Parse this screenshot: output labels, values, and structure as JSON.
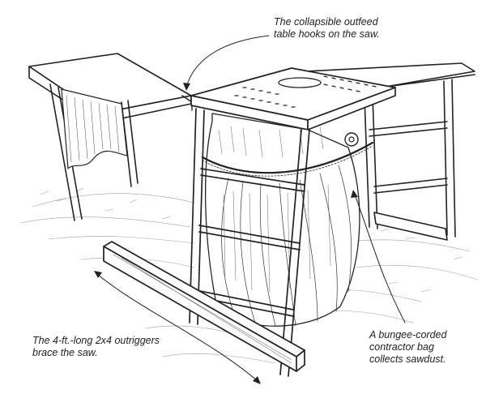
{
  "callouts": {
    "outfeed_table": {
      "line1": "The collapsible outfeed",
      "line2": "table hooks on the saw."
    },
    "outriggers": {
      "line1": "The 4-ft.-long 2x4 outriggers",
      "line2": "brace the saw."
    },
    "contractor_bag": {
      "line1": "A bungee-corded",
      "line2": "contractor bag",
      "line3": "collects sawdust."
    }
  },
  "colors": {
    "ink": "#222222",
    "paper": "#ffffff"
  }
}
